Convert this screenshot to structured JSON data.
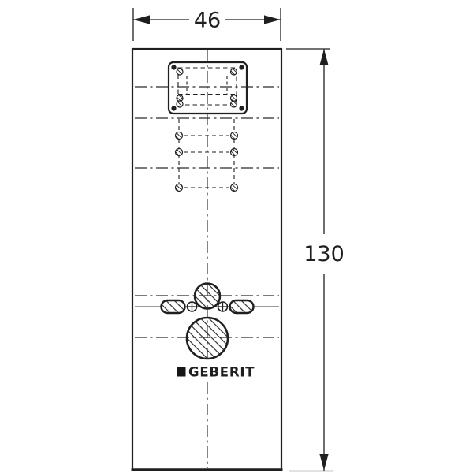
{
  "page": {
    "background": "#ffffff"
  },
  "drawing": {
    "ink_color": "#1f1f1f",
    "brand": {
      "label": "GEBERIT"
    },
    "dimensions": {
      "width": {
        "label": "46"
      },
      "height": {
        "label": "130"
      }
    }
  }
}
